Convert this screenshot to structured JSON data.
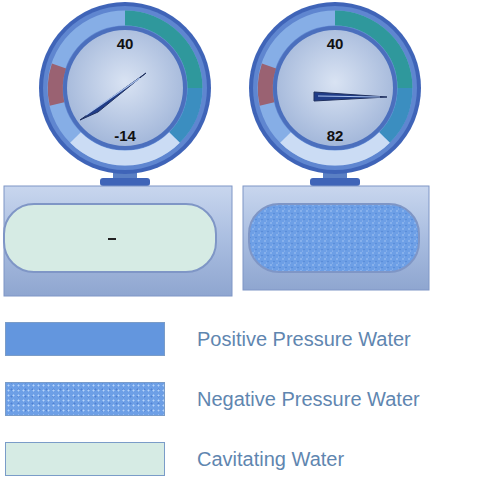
{
  "diagram": {
    "nodes": [
      {
        "text": [
          "40",
          "-14"
        ]
      },
      {
        "text": [
          "40",
          "82"
        ]
      }
    ],
    "legend": [
      {
        "text": "Positive Pressure Water",
        "color": "#6396de"
      },
      {
        "text": "Negative Pressure Water",
        "color": "#6d9fe6"
      },
      {
        "text": "Cavitating Water",
        "color": "#d6ebe4"
      }
    ]
  }
}
